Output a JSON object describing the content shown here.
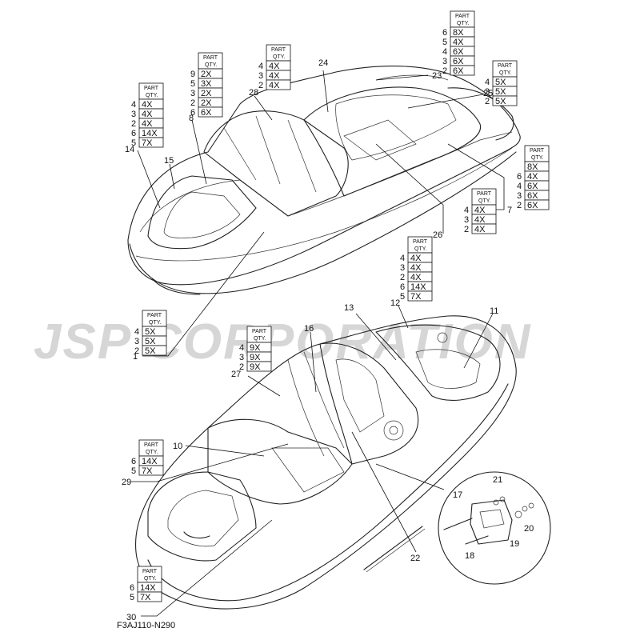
{
  "watermark": "JSP CORPORATION",
  "diagram_code": "F3AJ110-N290",
  "qty_header_1": "PART",
  "qty_header_2": "QTY.",
  "callouts": [
    "1",
    "7",
    "8",
    "10",
    "11",
    "12",
    "13",
    "14",
    "15",
    "16",
    "17",
    "18",
    "19",
    "20",
    "21",
    "22",
    "23",
    "24",
    "25",
    "26",
    "27",
    "28",
    "29",
    "30"
  ],
  "qty_tables": [
    {
      "rows": [
        {
          "left": "6",
          "right": "8X"
        },
        {
          "left": "5",
          "right": "4X"
        },
        {
          "left": "4",
          "right": "6X"
        },
        {
          "left": "3",
          "right": "6X"
        },
        {
          "left": "2",
          "right": "6X"
        }
      ]
    },
    {
      "rows": [
        {
          "left": "4",
          "right": "4X"
        },
        {
          "left": "3",
          "right": "4X"
        },
        {
          "left": "2",
          "right": "4X"
        }
      ]
    },
    {
      "rows": [
        {
          "left": "4",
          "right": "5X"
        },
        {
          "left": "3",
          "right": "5X"
        },
        {
          "left": "2",
          "right": "5X"
        }
      ]
    },
    {
      "rows": [
        {
          "left": "9",
          "right": "2X"
        },
        {
          "left": "5",
          "right": "3X"
        },
        {
          "left": "3",
          "right": "2X"
        },
        {
          "left": "2",
          "right": "2X"
        },
        {
          "left": "6",
          "right": "6X"
        }
      ]
    },
    {
      "rows": [
        {
          "left": "4",
          "right": "4X"
        },
        {
          "left": "3",
          "right": "4X"
        },
        {
          "left": "2",
          "right": "4X"
        },
        {
          "left": "6",
          "right": "14X"
        },
        {
          "left": "5",
          "right": "7X"
        }
      ]
    },
    {
      "rows": [
        {
          "left": "",
          "right": "8X"
        },
        {
          "left": "6",
          "right": "4X"
        },
        {
          "left": "4",
          "right": "6X"
        },
        {
          "left": "3",
          "right": "6X"
        },
        {
          "left": "2",
          "right": "6X"
        }
      ]
    },
    {
      "rows": [
        {
          "left": "4",
          "right": "4X"
        },
        {
          "left": "3",
          "right": "4X"
        },
        {
          "left": "2",
          "right": "4X"
        }
      ]
    },
    {
      "rows": [
        {
          "left": "4",
          "right": "4X"
        },
        {
          "left": "3",
          "right": "4X"
        },
        {
          "left": "2",
          "right": "4X"
        },
        {
          "left": "6",
          "right": "14X"
        },
        {
          "left": "5",
          "right": "7X"
        }
      ]
    },
    {
      "rows": [
        {
          "left": "4",
          "right": "5X"
        },
        {
          "left": "3",
          "right": "5X"
        },
        {
          "left": "2",
          "right": "5X"
        }
      ]
    },
    {
      "rows": [
        {
          "left": "4",
          "right": "9X"
        },
        {
          "left": "3",
          "right": "9X"
        },
        {
          "left": "2",
          "right": "9X"
        }
      ]
    },
    {
      "rows": [
        {
          "left": "6",
          "right": "14X"
        },
        {
          "left": "5",
          "right": "7X"
        }
      ]
    },
    {
      "rows": [
        {
          "left": "6",
          "right": "14X"
        },
        {
          "left": "5",
          "right": "7X"
        }
      ]
    }
  ]
}
